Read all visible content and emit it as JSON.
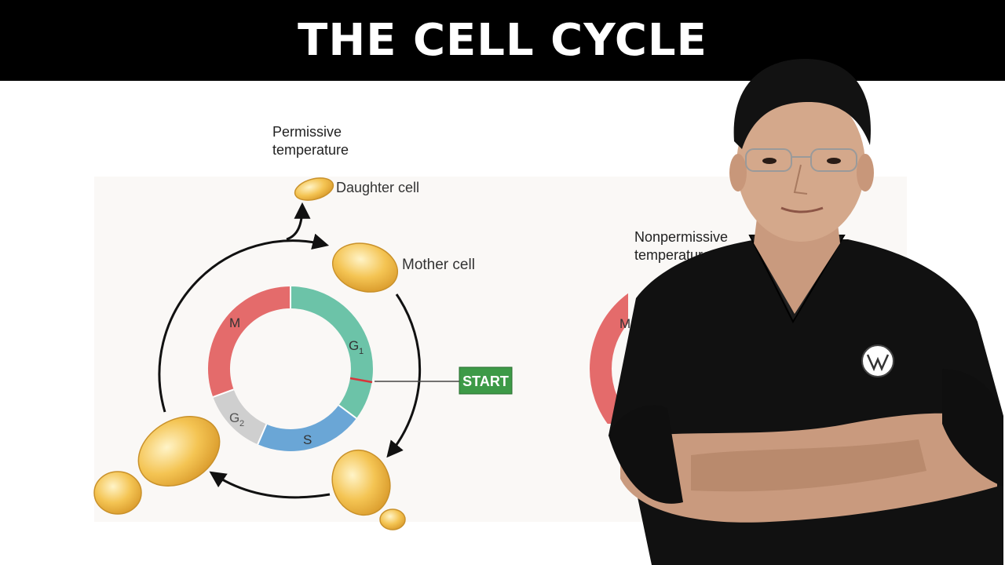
{
  "header": {
    "title": "THE CELL CYCLE"
  },
  "diagram": {
    "permissive_label": [
      "Permissive",
      "temperature"
    ],
    "nonpermissive_label": [
      "Nonpermissive",
      "temperature"
    ],
    "daughter_cell_label": "Daughter cell",
    "mother_cell_label": "Mother cell",
    "start_label": "START",
    "phases": {
      "m": "M",
      "g1": "G",
      "g1_sub": "1",
      "s": "S",
      "g2": "G",
      "g2_sub": "2",
      "m_right_partial": "M"
    },
    "colors": {
      "m": "#e46b6b",
      "g1": "#6cc3a8",
      "s": "#6aa6d6",
      "g2": "#cfcfcf",
      "start_box": "#3d9a47",
      "cell_fill": "#f2c14e"
    }
  },
  "presenter": {
    "description_icon": "presenter-person"
  }
}
